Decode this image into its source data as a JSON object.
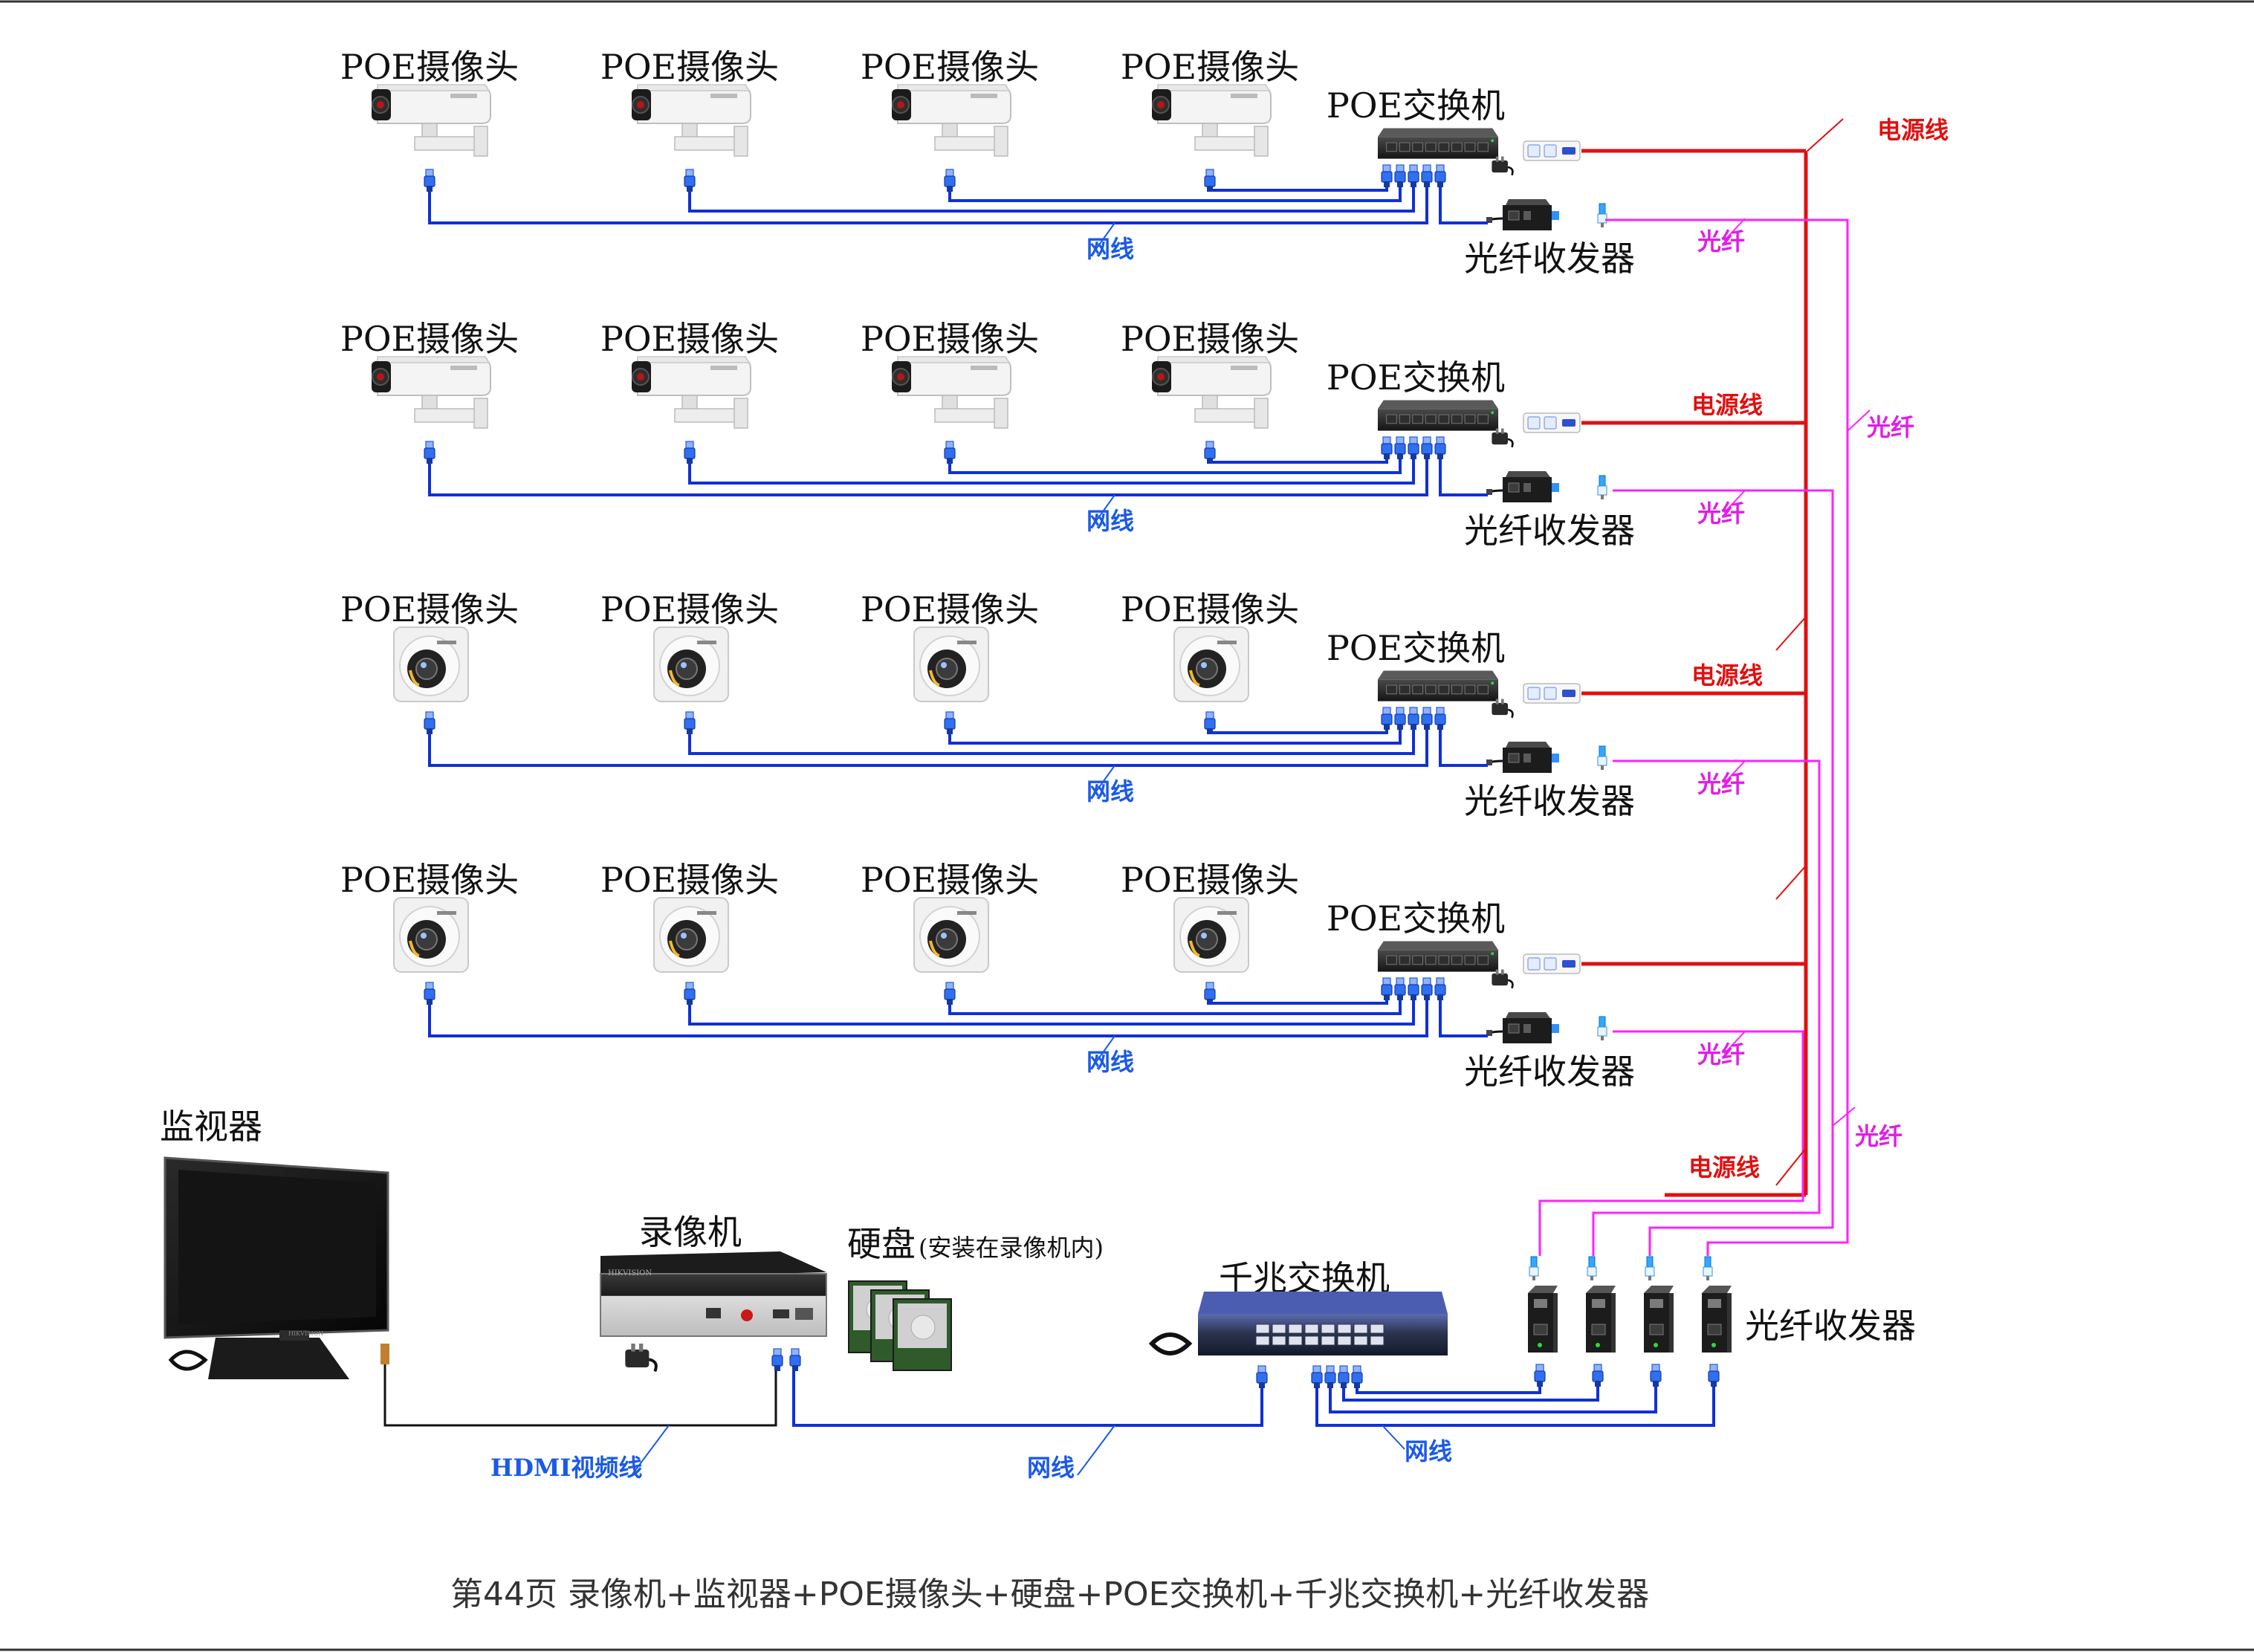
{
  "rows": [
    {
      "camera_label": "POE摄像头",
      "camera_type": "bullet",
      "switch_label": "POE交换机",
      "transceiver_label": "光纤收发器",
      "net_label": "网线",
      "fiber_label": "光纤",
      "power_label": "电源线"
    },
    {
      "camera_label": "POE摄像头",
      "camera_type": "bullet",
      "switch_label": "POE交换机",
      "transceiver_label": "光纤收发器",
      "net_label": "网线",
      "fiber_label": "光纤",
      "power_label": ""
    },
    {
      "camera_label": "POE摄像头",
      "camera_type": "dome",
      "switch_label": "POE交换机",
      "transceiver_label": "光纤收发器",
      "net_label": "网线",
      "fiber_label": "光纤",
      "power_label": "电源线"
    },
    {
      "camera_label": "POE摄像头",
      "camera_type": "dome",
      "switch_label": "POE交换机",
      "transceiver_label": "光纤收发器",
      "net_label": "网线",
      "fiber_label": "光纤",
      "power_label": "电源线"
    }
  ],
  "side_labels": {
    "fiber_upper": "光纤",
    "fiber_lower": "光纤",
    "power_bottom": "电源线"
  },
  "bottom": {
    "monitor_label": "监视器",
    "nvr_label": "录像机",
    "hdd_label": "硬盘",
    "hdd_note": "(安装在录像机内)",
    "gigabit_switch_label": "千兆交换机",
    "transceivers_label": "光纤收发器",
    "hdmi_label": "HDMI视频线",
    "net_label_left": "网线",
    "net_label_right": "网线"
  },
  "caption": "第44页  录像机+监视器+POE摄像头+硬盘+POE交换机+千兆交换机+光纤收发器",
  "colors": {
    "network": "#1030d8",
    "power": "#e01010",
    "fiber": "#ff22ff",
    "hdmi": "#111111",
    "label_blue": "#1a5ae6",
    "label_red": "#e01010",
    "label_magenta": "#e01ee6",
    "frame": "#333333"
  }
}
